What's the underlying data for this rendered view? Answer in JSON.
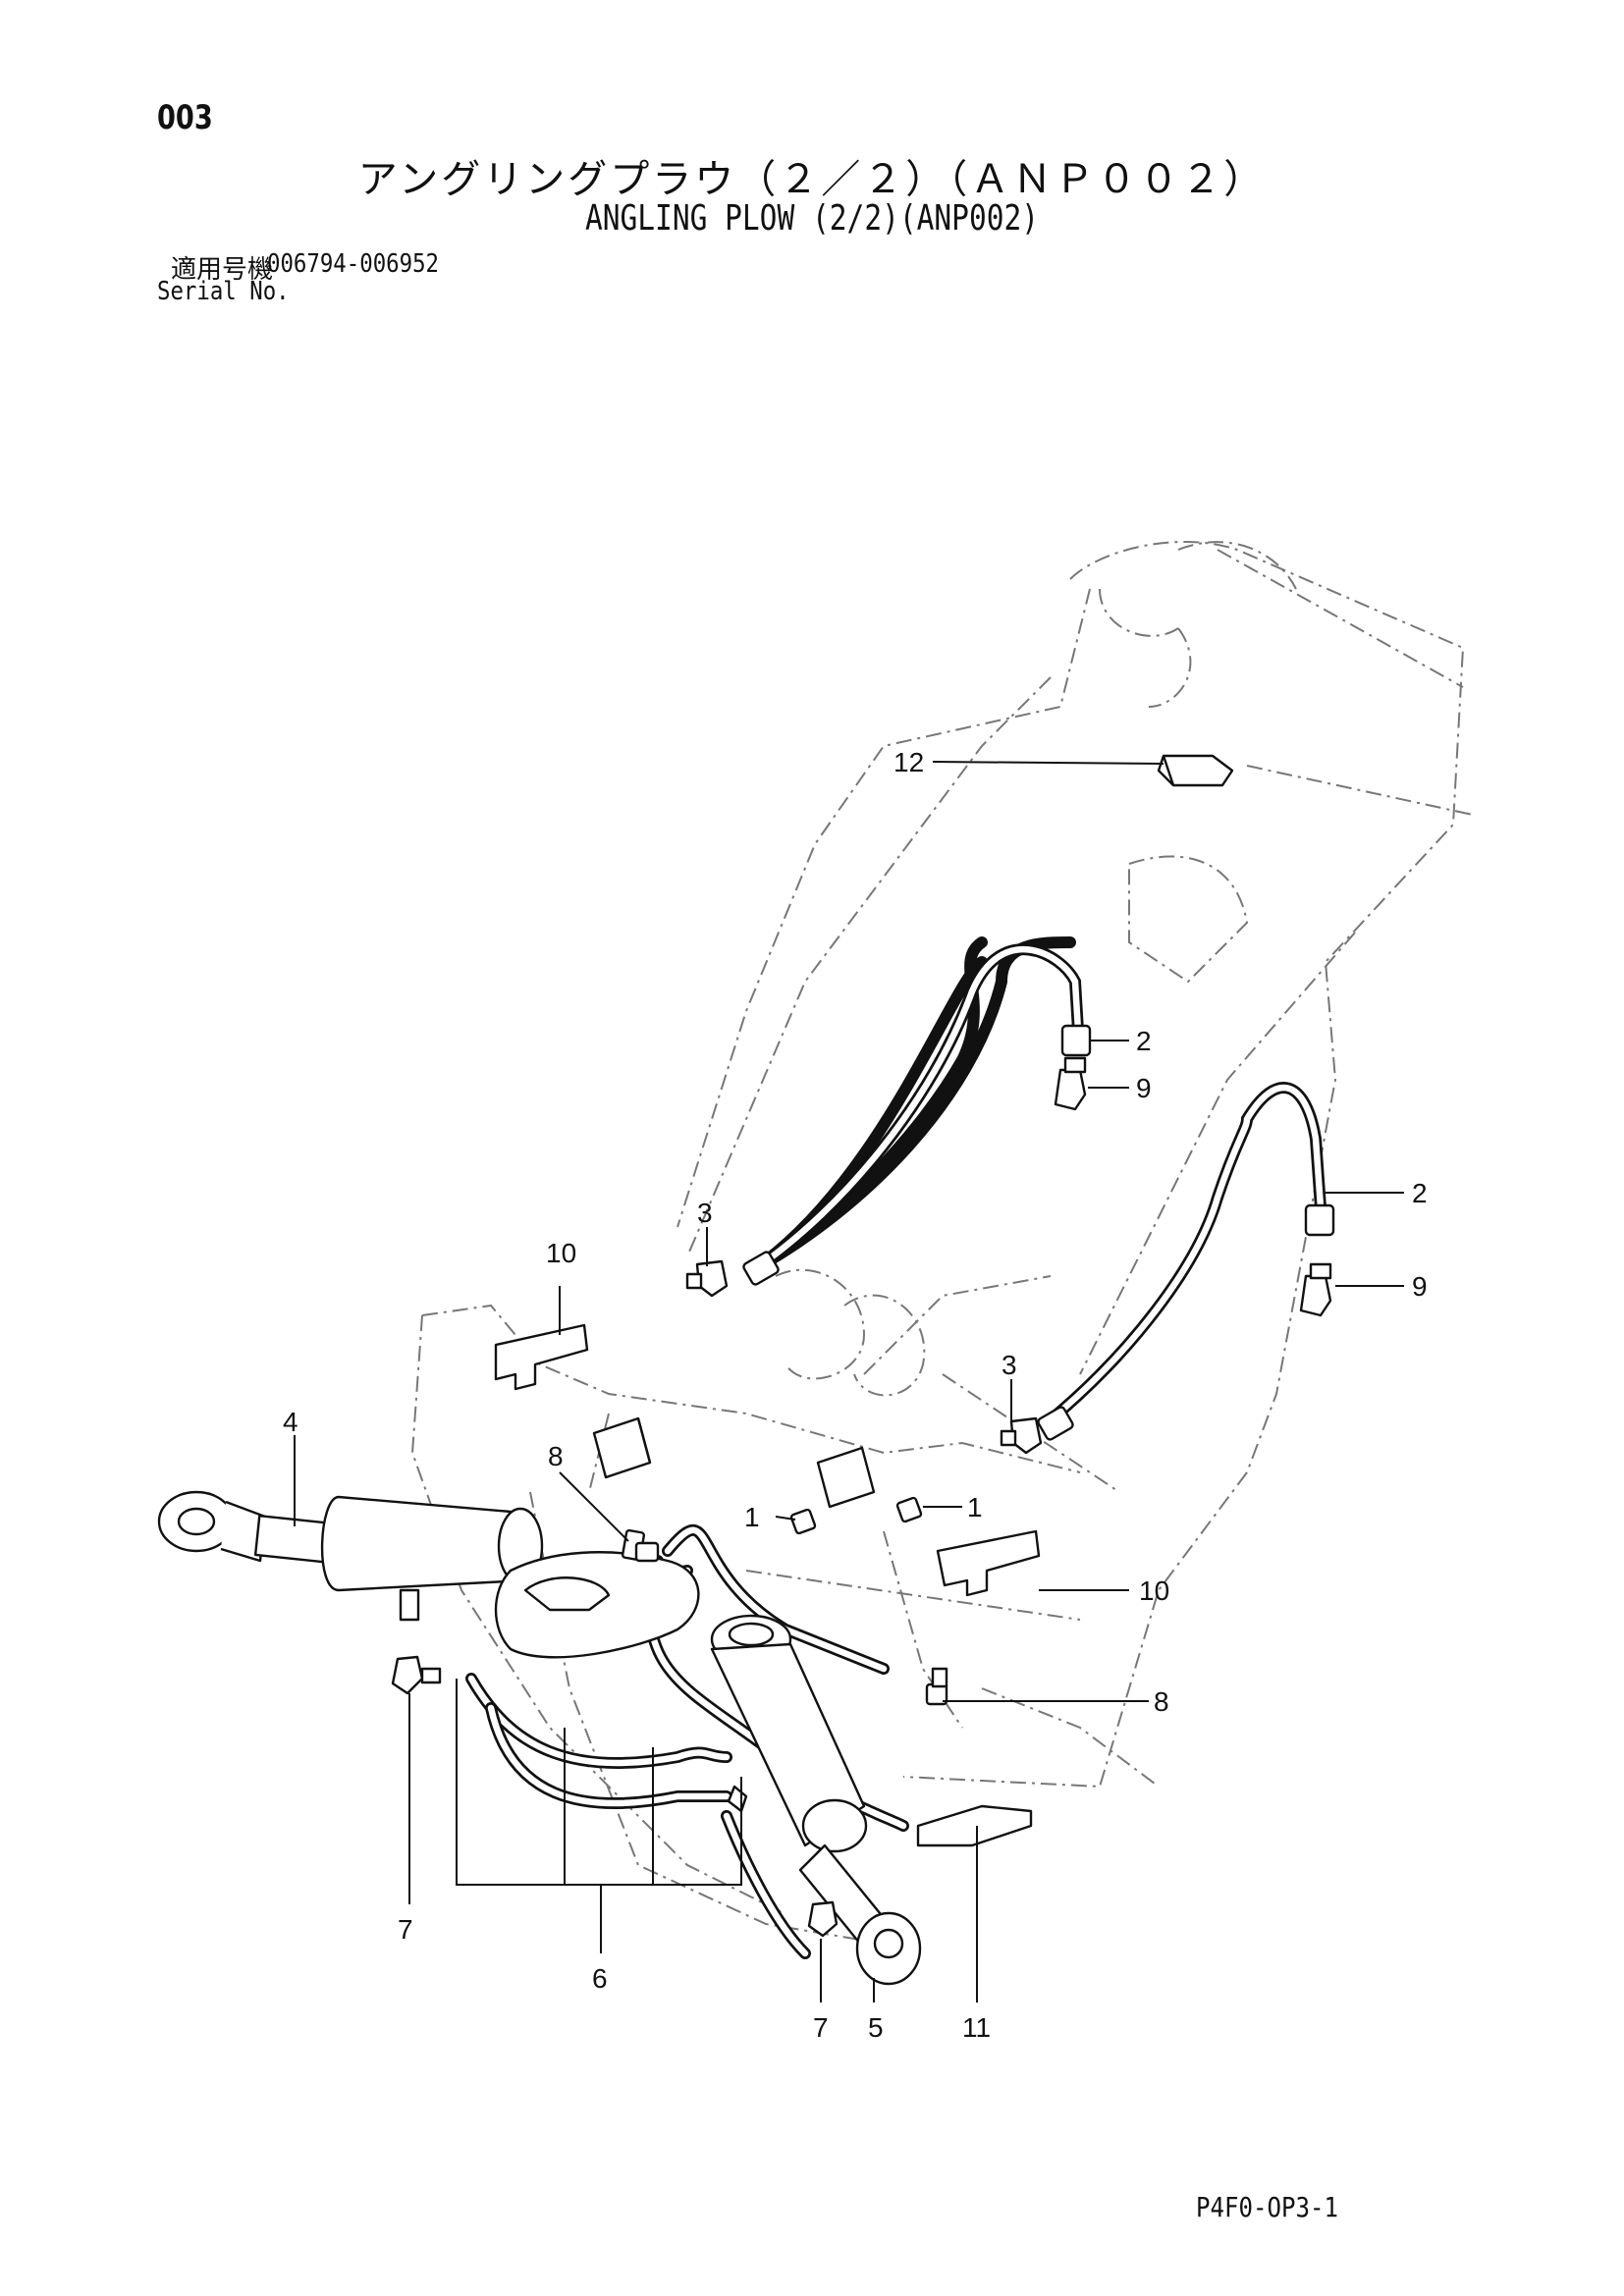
{
  "header": {
    "page_number": "003",
    "title_jp": "アングリングプラウ（２／２）（ＡＮＰ００２）",
    "title_en": "ANGLING PLOW (2/2)(ANP002)",
    "serial_label_jp": "適用号機",
    "serial_range": "006794-006952",
    "serial_label_en": "Serial No."
  },
  "callouts": [
    "12",
    "2",
    "9",
    "2",
    "9",
    "3",
    "10",
    "3",
    "4",
    "8",
    "1",
    "1",
    "10",
    "8",
    "7",
    "6",
    "7",
    "5",
    "11"
  ],
  "footer": {
    "code": "P4F0-OP3-1"
  }
}
